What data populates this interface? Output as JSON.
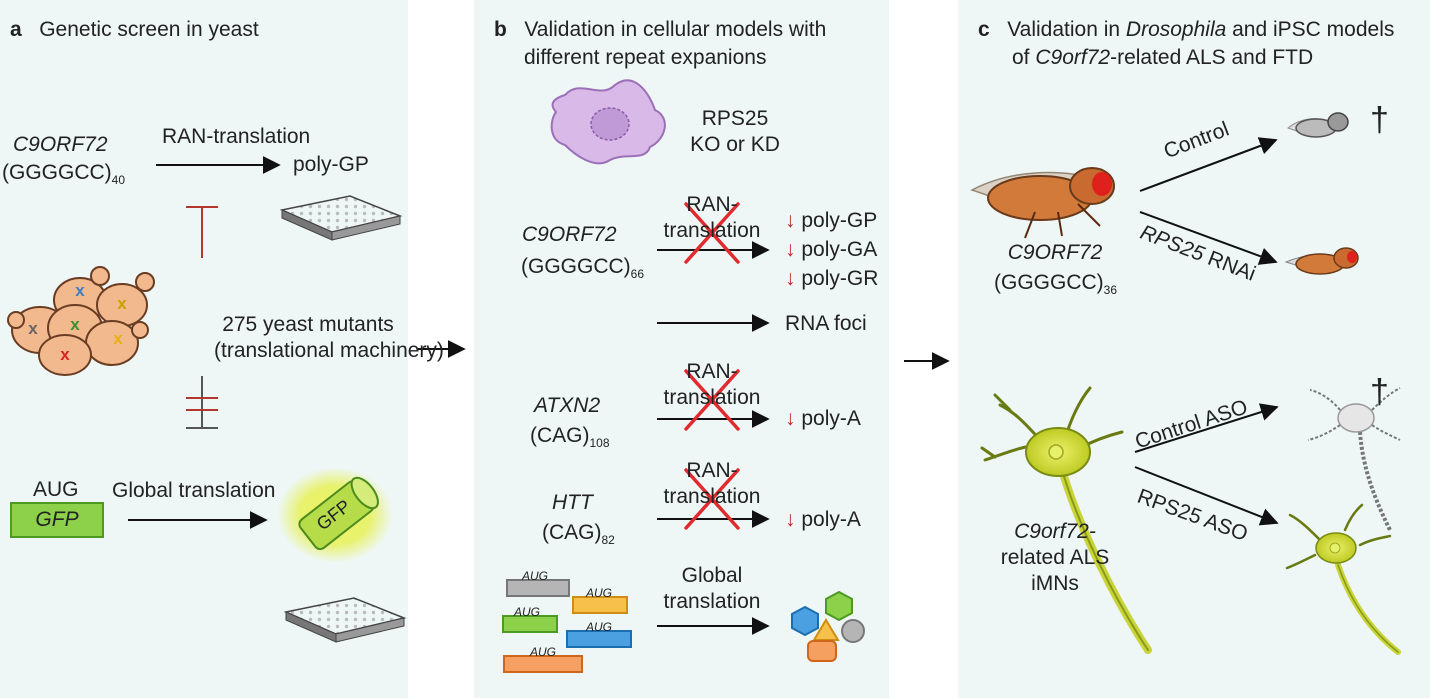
{
  "colors": {
    "panel_bg": "#eef7f6",
    "inhibit_red": "#b3372c",
    "down_arrow_red": "#c0282a",
    "cross_red": "#e02a2e"
  },
  "panel_a": {
    "letter": "a",
    "title": "Genetic screen in yeast",
    "gene": "C9ORF72",
    "repeat": "(GGGGCC)",
    "repeat_sub": "40",
    "ran_label": "RAN-translation",
    "product": "poly-GP",
    "mutants_line1": "275 yeast mutants",
    "mutants_line2": "(translational machinery)",
    "aug": "AUG",
    "gfp": "GFP",
    "global_label": "Global translation",
    "gfp_can": "GFP",
    "yeast_marks": [
      "x",
      "x",
      "x",
      "x",
      "x",
      "x"
    ]
  },
  "panel_b": {
    "letter": "b",
    "title_line1": "Validation in cellular models with",
    "title_line2": "different repeat expanions",
    "rps_line1": "RPS25",
    "rps_line2": "KO or KD",
    "ran_line1": "RAN-",
    "ran_line2": "translation",
    "c9_gene": "C9ORF72",
    "c9_repeat": "(GGGGCC)",
    "c9_sub": "66",
    "down_arrow": "↓",
    "c9_products": [
      "poly-GP",
      "poly-GA",
      "poly-GR"
    ],
    "rna_foci": "RNA foci",
    "atxn_gene": "ATXN2",
    "atxn_repeat": "(CAG)",
    "atxn_sub": "108",
    "atxn_product": "poly-A",
    "htt_gene": "HTT",
    "htt_repeat": "(CAG)",
    "htt_sub": "82",
    "htt_product": "poly-A",
    "aug_labels": [
      "AUG",
      "AUG",
      "AUG",
      "AUG",
      "AUG"
    ],
    "global_line1": "Global",
    "global_line2": "translation"
  },
  "panel_c": {
    "letter": "c",
    "title_line1_pre": "Validation in ",
    "title_line1_it": "Drosophila",
    "title_line1_post": " and iPSC models",
    "title_line2_pre": "of ",
    "title_line2_it": "C9orf72",
    "title_line2_post": "-related ALS and FTD",
    "fly_gene": "C9ORF72",
    "fly_repeat": "(GGGGCC)",
    "fly_sub": "36",
    "control": "Control",
    "rnai_gene": "RPS25",
    "rnai_suffix": " RNAi",
    "dagger": "†",
    "neuron_line1": "C9orf72-",
    "neuron_line2": "related ALS",
    "neuron_line3": "iMNs",
    "control_aso": "Control ASO",
    "rps25_aso": "RPS25 ASO"
  }
}
